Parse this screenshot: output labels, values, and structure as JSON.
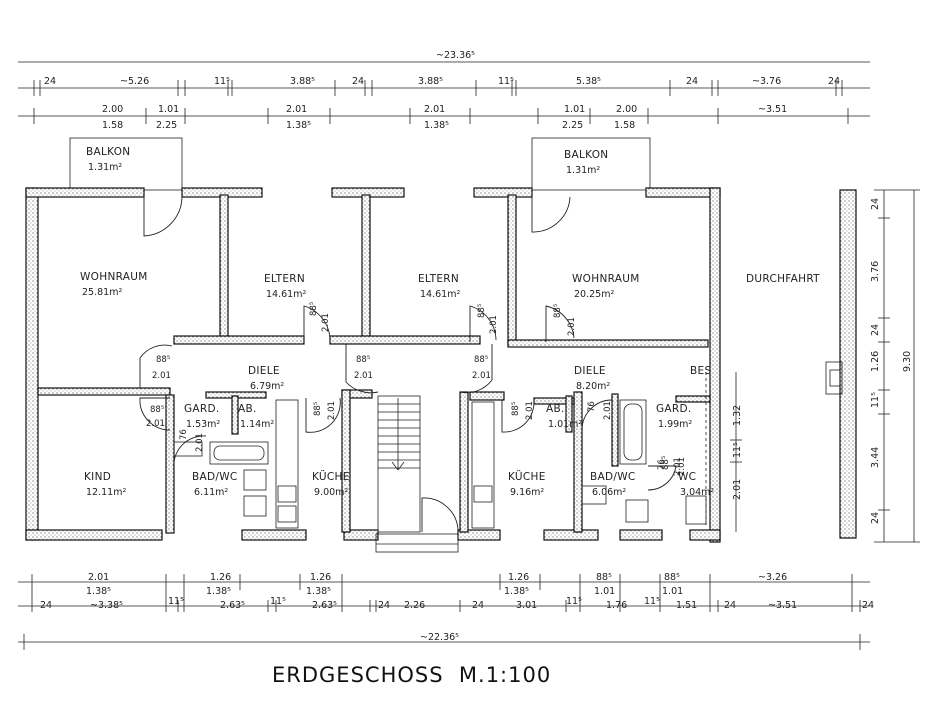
{
  "title": "ERDGESCHOSS  M.1:100",
  "overall_top": "~23.36⁵",
  "overall_bottom": "~22.36⁵",
  "top_row1": [
    "24",
    "~5.26",
    "11⁵",
    "3.88⁵",
    "24",
    "3.88⁵",
    "11⁵",
    "5.38⁵",
    "24",
    "~3.76",
    "24"
  ],
  "top_row2": [
    "2.00",
    "1.58",
    "1.01",
    "2.25",
    "2.01",
    "1.38⁵",
    "2.01",
    "1.38⁵",
    "1.01",
    "2.25",
    "2.00",
    "1.58",
    "~3.51"
  ],
  "bottom_row1": [
    "2.01",
    "1.38⁵",
    "1.26",
    "1.38⁵",
    "1.26",
    "1.38⁵",
    "1.26",
    "1.38⁵",
    "88⁵",
    "1.01",
    "88⁵",
    "1.01",
    "~3.26"
  ],
  "bottom_row2": [
    "24",
    "~3.38⁵",
    "11⁵",
    "2.63⁵",
    "11⁵",
    "2.63⁵",
    "24",
    "2.26",
    "24",
    "3.01",
    "11⁵",
    "1.76",
    "11⁵",
    "1.51",
    "24",
    "~3.51",
    "24"
  ],
  "right_dims": [
    "24",
    "3.76",
    "24",
    "1.26",
    "11⁵",
    "3.44",
    "24",
    "9.30"
  ],
  "inner_right_dims": [
    "1.32",
    "11⁵",
    "2.01"
  ],
  "rooms": [
    {
      "name": "BALKON",
      "area": "1.31m²"
    },
    {
      "name": "WOHNRAUM",
      "area": "25.81m²"
    },
    {
      "name": "ELTERN",
      "area": "14.61m²"
    },
    {
      "name": "ELTERN",
      "area": "14.61m²"
    },
    {
      "name": "BALKON",
      "area": "1.31m²"
    },
    {
      "name": "WOHNRAUM",
      "area": "20.25m²"
    },
    {
      "name": "DURCHFAHRT",
      "area": ""
    },
    {
      "name": "DIELE",
      "area": "6.79m²"
    },
    {
      "name": "DIELE",
      "area": "8.20m²"
    },
    {
      "name": "GARD.",
      "area": "1.53m²"
    },
    {
      "name": "AB.",
      "area": "1.14m²"
    },
    {
      "name": "AB.",
      "area": "1.01m²"
    },
    {
      "name": "GARD.",
      "area": "1.99m²"
    },
    {
      "name": "KIND",
      "area": "12.11m²"
    },
    {
      "name": "BAD/WC",
      "area": "6.11m²"
    },
    {
      "name": "KÜCHE",
      "area": "9.00m²"
    },
    {
      "name": "KÜCHE",
      "area": "9.16m²"
    },
    {
      "name": "BAD/WC",
      "area": "6.06m²"
    },
    {
      "name": "WC",
      "area": "3.04m²"
    },
    {
      "name": "BES",
      "area": ""
    }
  ],
  "door_labels": [
    "88⁵",
    "2.01",
    "88⁵",
    "2.01",
    "88⁵",
    "2.01",
    "88⁵",
    "2.01",
    "88⁵",
    "2.01",
    "88⁵",
    "2.01",
    "76",
    "2.01",
    "88⁵",
    "2.01",
    "88⁵",
    "2.01",
    "88⁵",
    "2.01",
    "76",
    "2.01",
    "76",
    "2.01",
    "88⁵",
    "2.01"
  ]
}
